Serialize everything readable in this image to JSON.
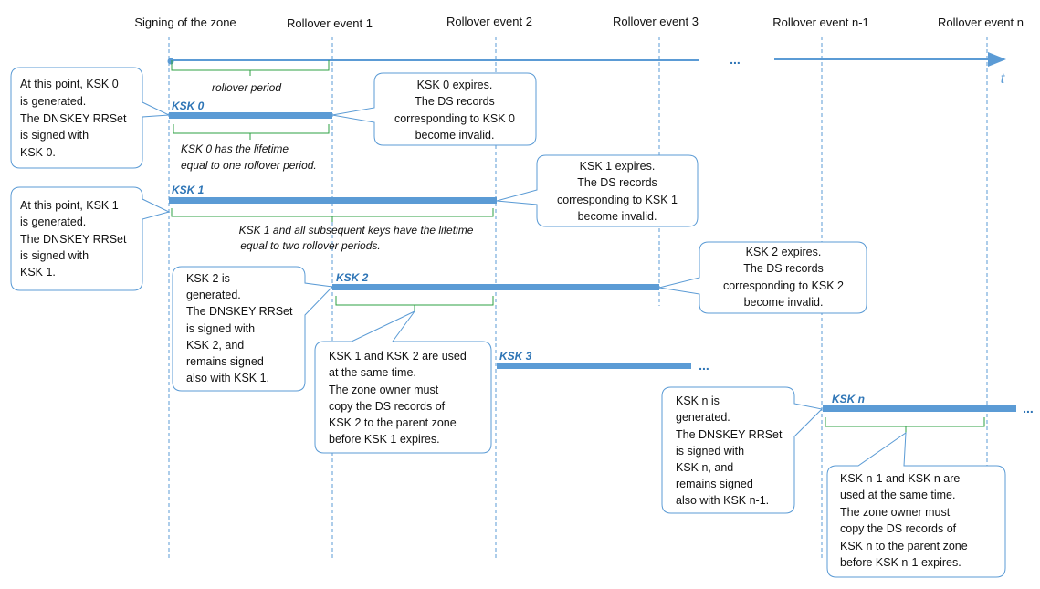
{
  "events": [
    "Signing of the zone",
    "Rollover event 1",
    "Rollover event 2",
    "Rollover event 3",
    "Rollover event n-1",
    "Rollover event n"
  ],
  "axis_label": "t",
  "ellipsis": "...",
  "keys": [
    {
      "label": "KSK 0"
    },
    {
      "label": "KSK 1"
    },
    {
      "label": "KSK 2"
    },
    {
      "label": "KSK 3"
    },
    {
      "label": "KSK n"
    }
  ],
  "notes": {
    "rollover_period": "rollover period",
    "ksk0_lifetime": [
      "KSK 0 has the lifetime",
      "equal to one rollover period."
    ],
    "ksk1_lifetime": [
      "KSK 1 and all subsequent keys have the lifetime",
      "equal to two rollover periods."
    ]
  },
  "callouts": {
    "ksk0_generated": [
      "At this point, KSK 0",
      "is generated.",
      "The DNSKEY RRSet",
      "is signed with",
      "KSK  0."
    ],
    "ksk0_expires": [
      "KSK 0 expires.",
      "The DS records",
      "corresponding to KSK 0",
      "become invalid."
    ],
    "ksk1_generated": [
      "At this point, KSK 1",
      "is generated.",
      "The DNSKEY RRSet",
      "is signed with",
      "KSK 1."
    ],
    "ksk1_expires": [
      "KSK 1 expires.",
      "The DS records",
      "corresponding to KSK 1",
      "become invalid."
    ],
    "ksk2_generated": [
      "KSK 2 is",
      "generated.",
      "The DNSKEY RRSet",
      "is signed with",
      "KSK 2, and",
      "remains signed",
      "also with KSK 1."
    ],
    "ksk2_expires": [
      "KSK 2 expires.",
      "The DS records",
      "corresponding to KSK 2",
      "become invalid."
    ],
    "ksk12_overlap": [
      "KSK 1 and KSK 2 are used",
      "at the same time.",
      "The zone owner must",
      "copy the DS records of",
      "KSK 2 to the parent zone",
      "before KSK 1 expires."
    ],
    "kskn_generated": [
      "KSK n is",
      "generated.",
      "The DNSKEY RRSet",
      "is signed with",
      "KSK n, and",
      "remains signed",
      "also with KSK n-1."
    ],
    "kskn_overlap": [
      "KSK n-1 and KSK n are",
      "used at the same time.",
      "The zone owner must",
      "copy the DS records of",
      "KSK n to the parent zone",
      "before KSK n-1 expires."
    ]
  }
}
